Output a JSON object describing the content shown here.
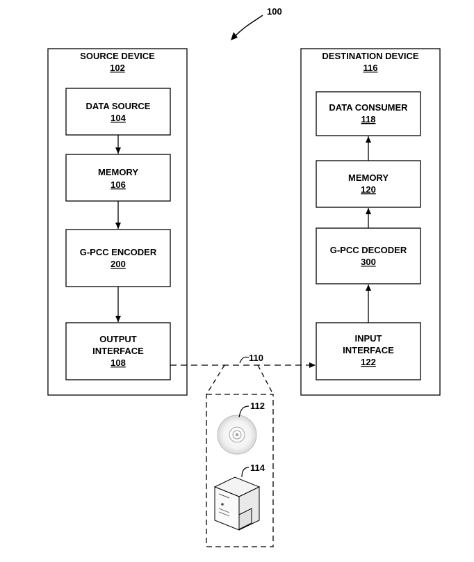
{
  "figure": {
    "ref": "100"
  },
  "source_device": {
    "title": "SOURCE DEVICE",
    "ref": "102",
    "blocks": {
      "data_source": {
        "label": "DATA SOURCE",
        "ref": "104"
      },
      "memory": {
        "label": "MEMORY",
        "ref": "106"
      },
      "encoder": {
        "label": "G-PCC ENCODER",
        "ref": "200"
      },
      "output_interface": {
        "label1": "OUTPUT",
        "label2": "INTERFACE",
        "ref": "108"
      }
    }
  },
  "destination_device": {
    "title": "DESTINATION DEVICE",
    "ref": "116",
    "blocks": {
      "data_consumer": {
        "label": "DATA CONSUMER",
        "ref": "118"
      },
      "memory": {
        "label": "MEMORY",
        "ref": "120"
      },
      "decoder": {
        "label": "G-PCC DECODER",
        "ref": "300"
      },
      "input_interface": {
        "label1": "INPUT",
        "label2": "INTERFACE",
        "ref": "122"
      }
    }
  },
  "channel": {
    "ref": "110"
  },
  "storage": {
    "disc_ref": "112",
    "server_ref": "114"
  }
}
